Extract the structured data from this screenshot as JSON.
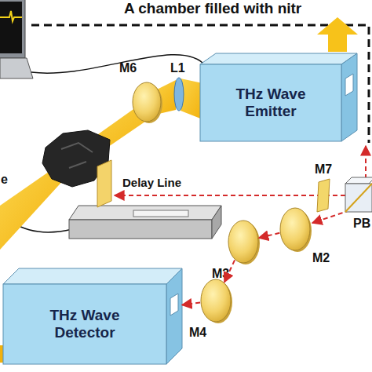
{
  "diagram": {
    "nodes": [
      {
        "text": [
          "THz Wave Emitter"
        ]
      },
      {
        "text": [
          "M6"
        ]
      },
      {
        "text": [
          "M7"
        ]
      },
      {
        "text": [
          "M2"
        ]
      },
      {
        "text": [
          "M3"
        ]
      },
      {
        "text": [
          "M4"
        ]
      },
      {
        "text": [
          "THz Wave Detector"
        ]
      }
    ],
    "edges": [
      {
        "from": 3,
        "to": 4,
        "arrow": "to"
      },
      {
        "from": 4,
        "to": 5,
        "arrow": "to"
      },
      {
        "from": 5,
        "to": 6,
        "arrow": "to"
      }
    ],
    "labels": [
      "A chamber filled with nitr",
      "L1",
      "e",
      "Delay Line",
      "PB"
    ]
  }
}
